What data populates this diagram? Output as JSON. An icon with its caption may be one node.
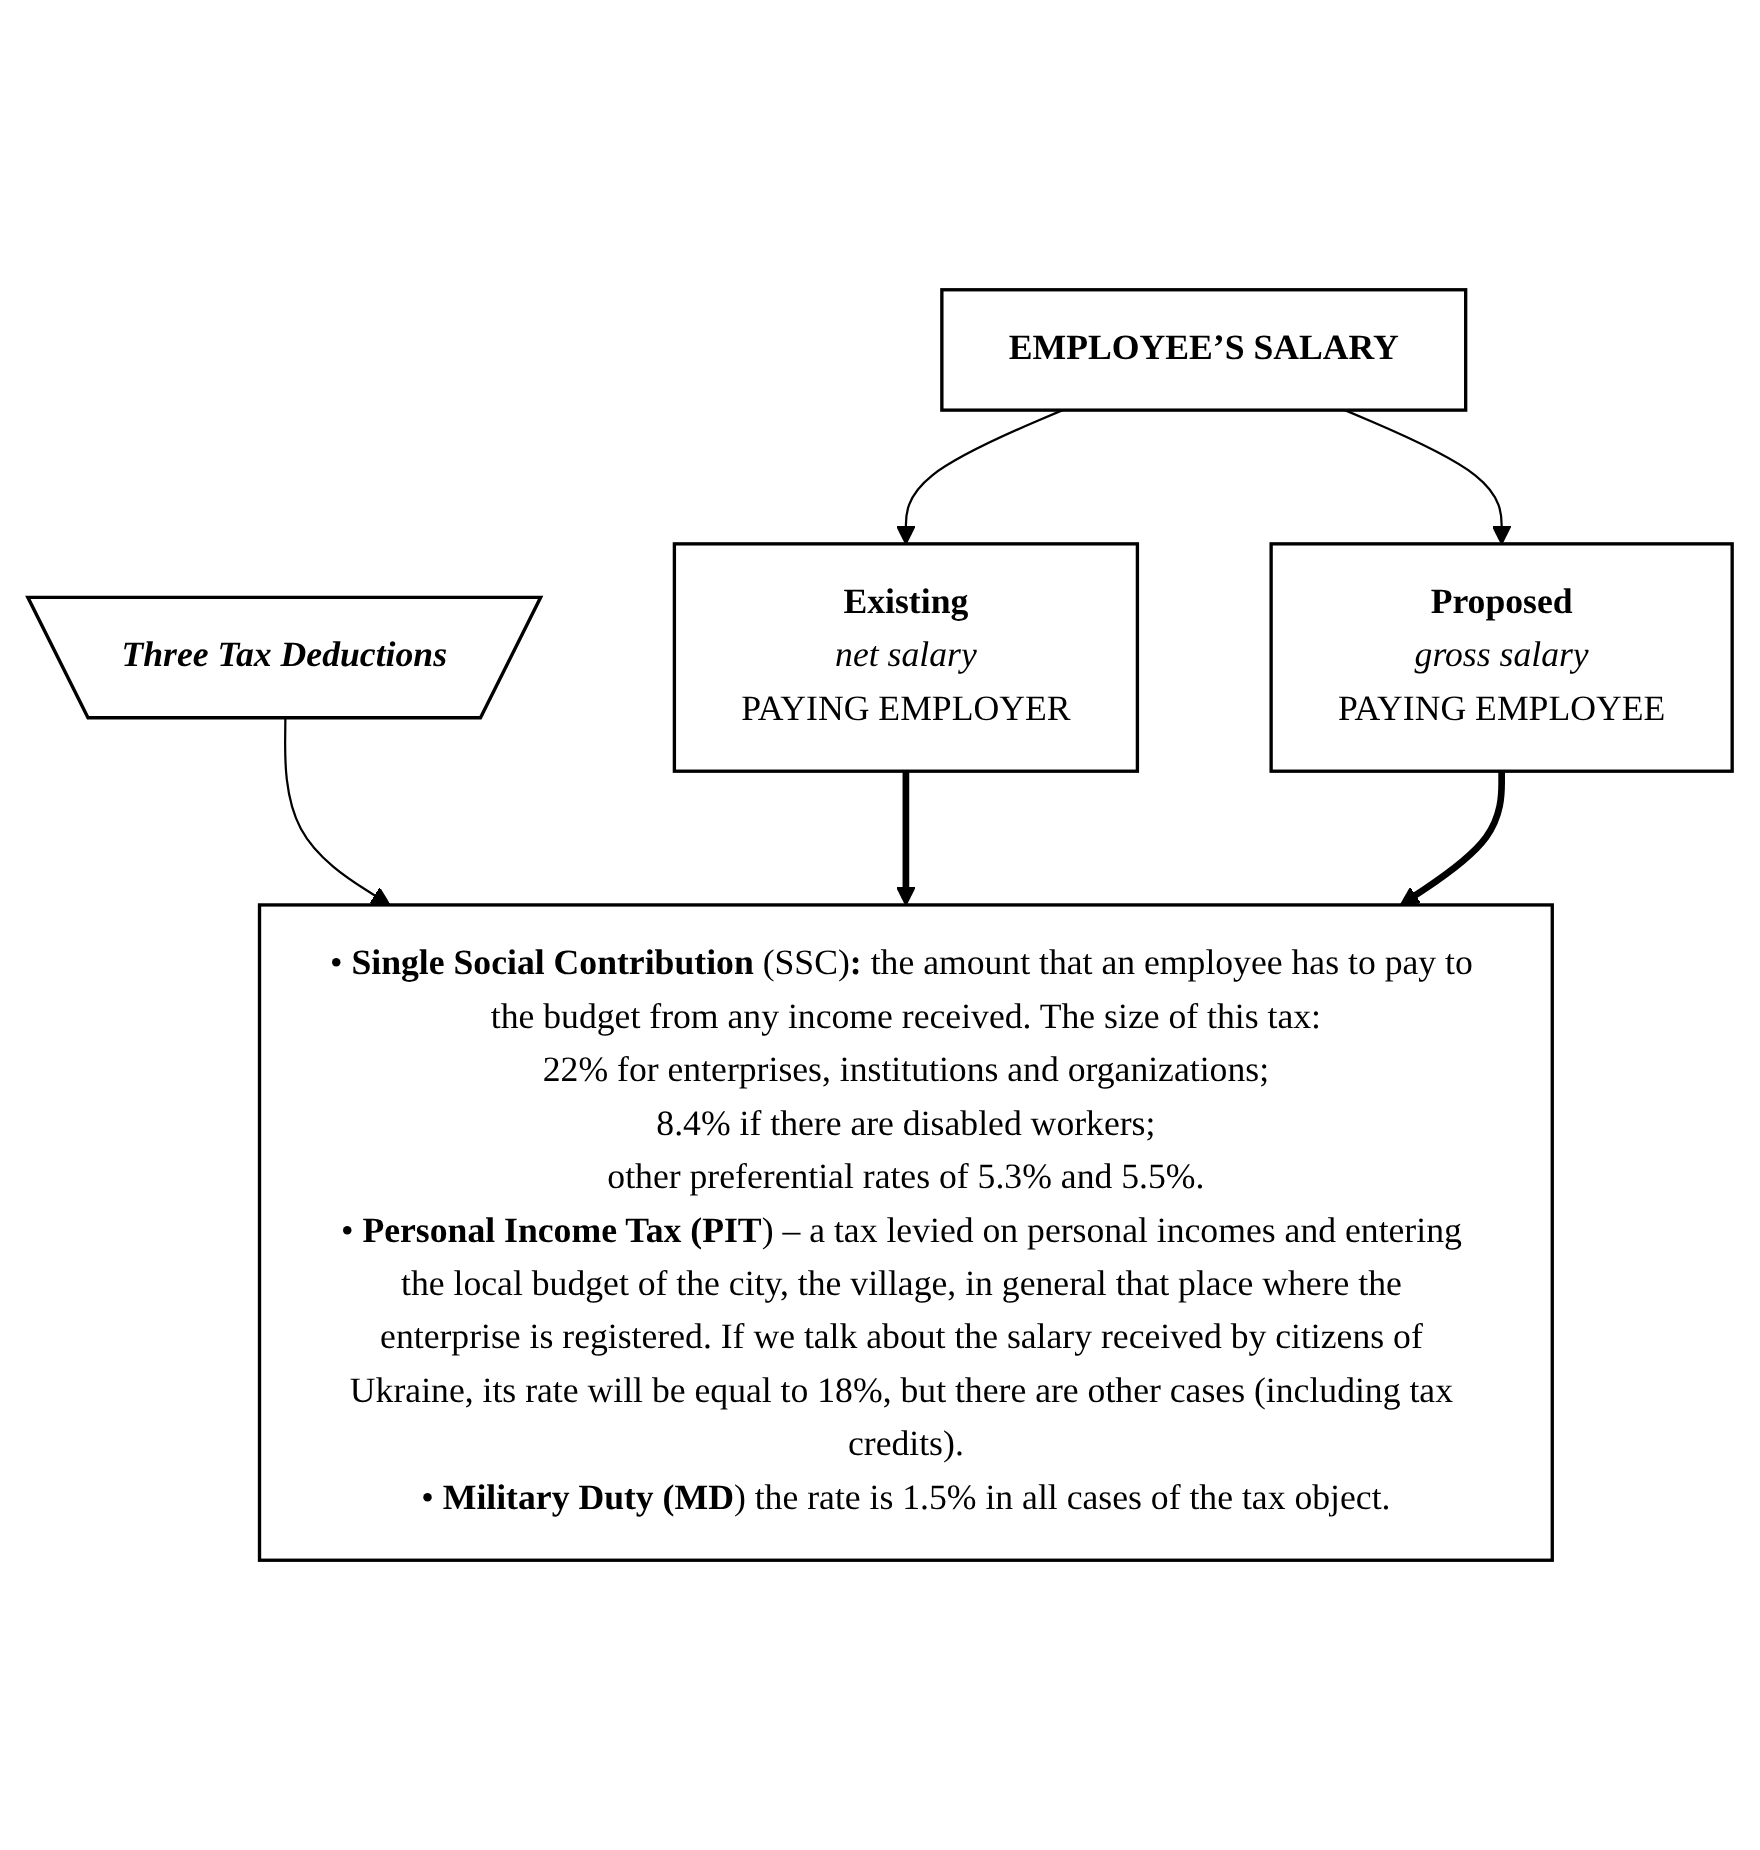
{
  "diagram": {
    "nodes": [
      {
        "text": [
          "EMPLOYEE’S SALARY"
        ]
      },
      {
        "text": [
          "Existing",
          "net salary",
          "PAYING EMPLOYER"
        ]
      },
      {
        "text": [
          "Proposed",
          "gross salary",
          "PAYING EMPLOYEE"
        ]
      },
      {
        "text": [
          "Three Tax Deductions"
        ]
      },
      {
        "text": [
          "• **Single Social Contribution** (SSC)**:** the amount that an employee has to pay to the budget from any income received. The size of this tax:",
          "22% for enterprises, institutions and organizations;",
          "8.4% if there are disabled workers;",
          "other preferential rates of 5.3% and 5.5%.",
          "• **Personal Income Tax (PIT**) – a tax levied on personal incomes and entering the local budget of the city, the village, in general that place where the enterprise is registered. If we talk about the salary received by citizens of Ukraine, its rate will be equal to 18%, but there are other cases (including tax credits).",
          "• **Military Duty (MD**) the rate is 1.5% in all cases of the tax object."
        ]
      }
    ],
    "edges": [
      {
        "from": 0,
        "to": 1,
        "arrow": "to"
      },
      {
        "from": 0,
        "to": 2,
        "arrow": "to"
      },
      {
        "from": 3,
        "to": 4,
        "arrow": "to"
      },
      {
        "from": 1,
        "to": 4,
        "arrow": "to",
        "style": "thick"
      },
      {
        "from": 2,
        "to": 4,
        "arrow": "to",
        "style": "thick"
      }
    ]
  }
}
